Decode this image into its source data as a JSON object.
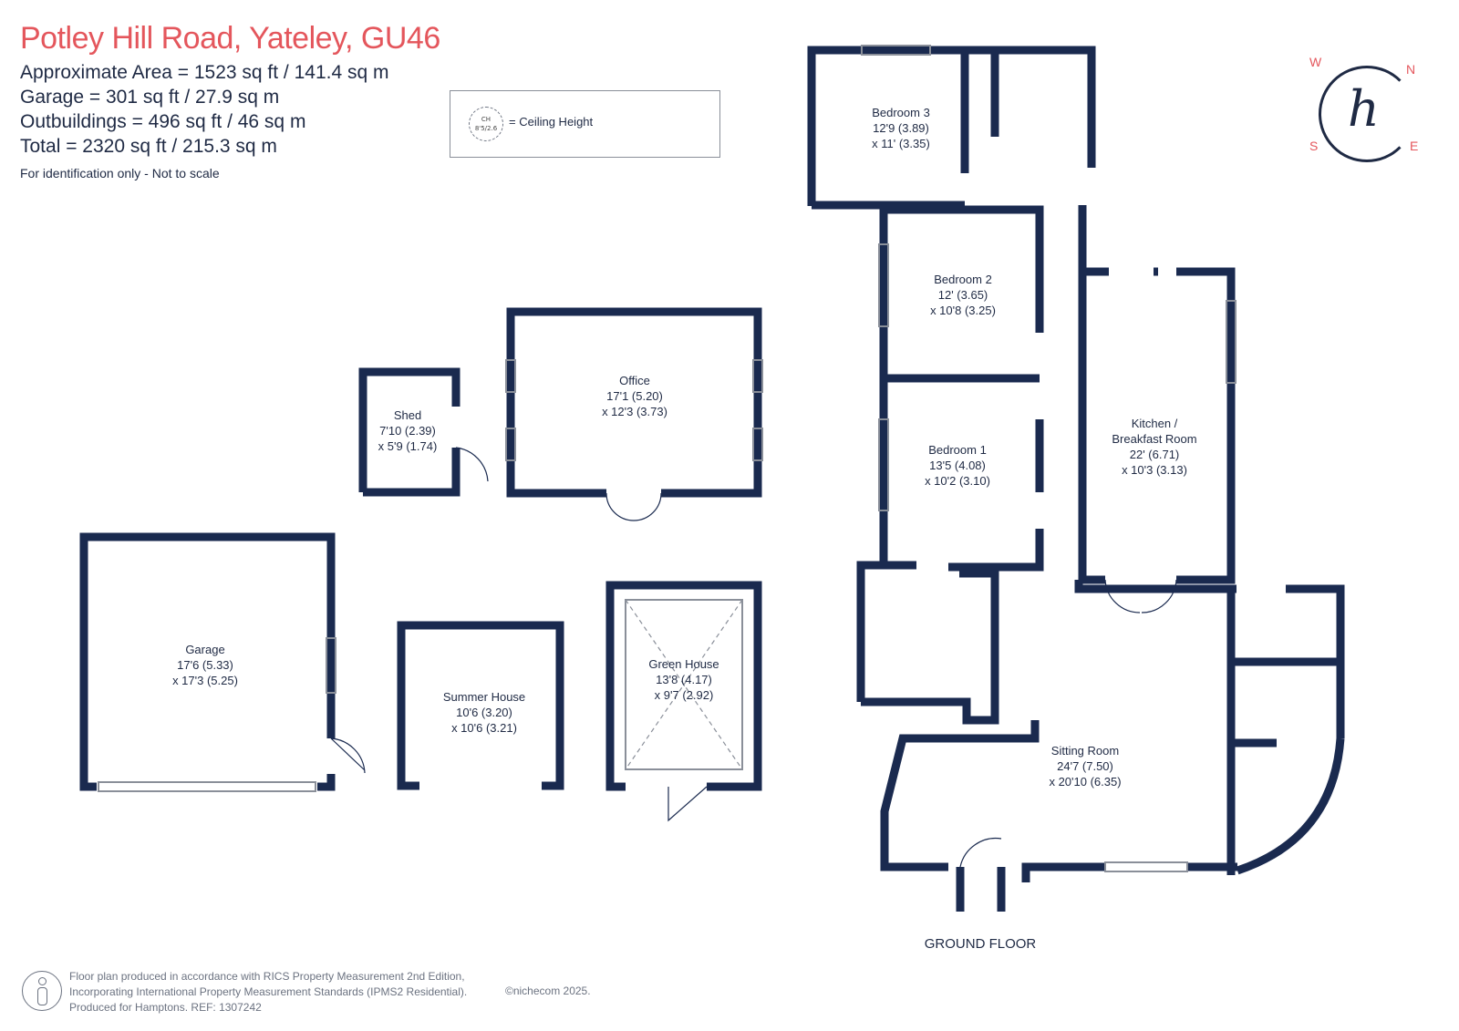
{
  "header": {
    "title": "Potley Hill Road, Yateley, GU46",
    "areas": [
      "Approximate Area = 1523 sq ft / 141.4 sq m",
      "Garage = 301 sq ft / 27.9 sq m",
      "Outbuildings = 496 sq ft / 46 sq m",
      "Total = 2320 sq ft / 215.3 sq m"
    ],
    "disclaimer": "For identification only - Not to scale"
  },
  "legend": {
    "circle_top": "CH",
    "circle_bottom": "8'5/2.6",
    "label": "= Ceiling Height"
  },
  "logo": {
    "letter": "h",
    "compass": {
      "n": "N",
      "e": "E",
      "s": "S",
      "w": "W"
    }
  },
  "rooms": {
    "bedroom3": {
      "name": "Bedroom 3",
      "dim1": "12'9 (3.89)",
      "dim2": "x 11' (3.35)"
    },
    "bedroom2": {
      "name": "Bedroom 2",
      "dim1": "12' (3.65)",
      "dim2": "x 10'8 (3.25)"
    },
    "bedroom1": {
      "name": "Bedroom 1",
      "dim1": "13'5 (4.08)",
      "dim2": "x 10'2 (3.10)"
    },
    "kitchen": {
      "name": "Kitchen /",
      "name2": "Breakfast Room",
      "dim1": "22' (6.71)",
      "dim2": "x 10'3 (3.13)"
    },
    "sitting": {
      "name": "Sitting Room",
      "dim1": "24'7 (7.50)",
      "dim2": "x 20'10 (6.35)"
    },
    "office": {
      "name": "Office",
      "dim1": "17'1 (5.20)",
      "dim2": "x 12'3 (3.73)"
    },
    "shed": {
      "name": "Shed",
      "dim1": "7'10 (2.39)",
      "dim2": "x 5'9 (1.74)"
    },
    "garage": {
      "name": "Garage",
      "dim1": "17'6 (5.33)",
      "dim2": "x 17'3 (5.25)"
    },
    "summer": {
      "name": "Summer House",
      "dim1": "10'6 (3.20)",
      "dim2": "x 10'6 (3.21)"
    },
    "green": {
      "name": "Green House",
      "dim1": "13'8 (4.17)",
      "dim2": "x 9'7 (2.92)"
    }
  },
  "floor_label": "GROUND FLOOR",
  "footer": {
    "line1": "Floor plan produced in accordance with RICS Property Measurement 2nd Edition,",
    "line2": "Incorporating International Property Measurement Standards (IPMS2 Residential).",
    "line3": "Produced for Hamptons.  REF: 1307242",
    "copyright": "©nichecom 2025."
  },
  "colors": {
    "wall": "#1a2a4f",
    "title": "#e4565c",
    "text": "#1f2a44"
  }
}
